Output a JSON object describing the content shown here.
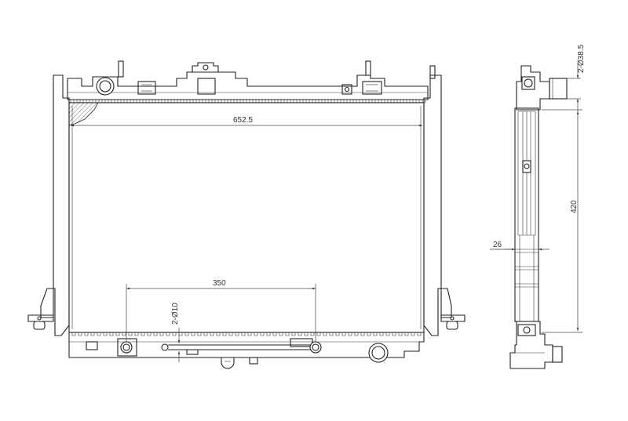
{
  "dimensions": {
    "core_width": "652.5",
    "pipe_spacing": "350",
    "small_pipe_dia": "2-Ø10",
    "large_pipe_dia": "2-Ø38.5",
    "core_height": "420",
    "core_thickness": "26"
  },
  "colors": {
    "line": "#222222",
    "background": "#ffffff"
  }
}
